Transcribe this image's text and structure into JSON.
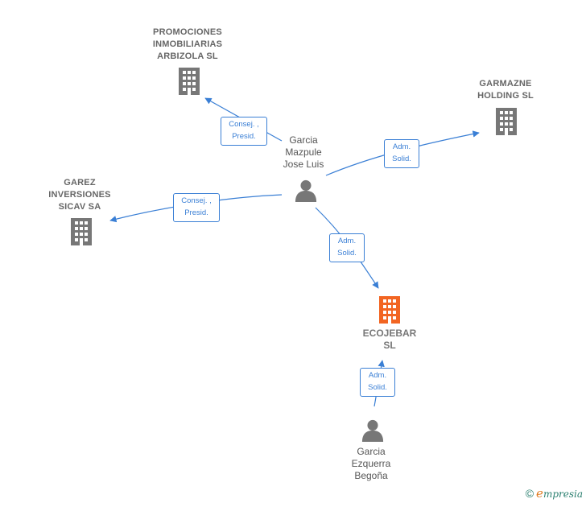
{
  "nodes": {
    "promociones": {
      "lines": [
        "PROMOCIONES",
        "INMOBILIARIAS",
        "ARBIZOLA  SL"
      ],
      "icon": "building-icon",
      "color": "#777777"
    },
    "garmazne": {
      "lines": [
        "GARMAZNE",
        "HOLDING SL"
      ],
      "icon": "building-icon",
      "color": "#777777"
    },
    "garez": {
      "lines": [
        "GAREZ",
        "INVERSIONES",
        "SICAV SA"
      ],
      "icon": "building-icon",
      "color": "#777777"
    },
    "ecojebar": {
      "lines": [
        "ECOJEBAR",
        "SL"
      ],
      "icon": "building-icon",
      "color": "#f26522"
    },
    "garcia_mazpule": {
      "lines": [
        "Garcia",
        "Mazpule",
        "Jose Luis"
      ],
      "icon": "person-icon",
      "color": "#777777"
    },
    "garcia_ezquerra": {
      "lines": [
        "Garcia",
        "Ezquerra",
        "Begoña"
      ],
      "icon": "person-icon",
      "color": "#777777"
    }
  },
  "relations": [
    {
      "id": "mazpule-promociones",
      "lines": [
        "Consej. ,",
        "Presid."
      ]
    },
    {
      "id": "mazpule-garmazne",
      "lines": [
        "Adm.",
        "Solid."
      ]
    },
    {
      "id": "mazpule-garez",
      "lines": [
        "Consej. ,",
        "Presid."
      ]
    },
    {
      "id": "mazpule-ecojebar",
      "lines": [
        "Adm.",
        "Solid."
      ]
    },
    {
      "id": "ezquerra-ecojebar",
      "lines": [
        "Adm.",
        "Solid."
      ]
    }
  ],
  "footer": {
    "copyright": "©",
    "brand_initial": "e",
    "brand_rest": "mpresia"
  },
  "colors": {
    "edge": "#3a7fd5",
    "node": "#777777",
    "focus": "#f26522"
  }
}
